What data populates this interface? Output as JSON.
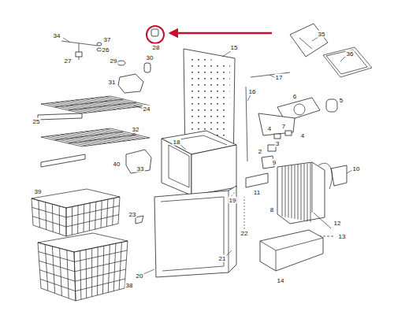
{
  "diagram": {
    "labels": [
      "34",
      "37",
      "28",
      "35",
      "26",
      "15",
      "36",
      "29",
      "30",
      "27",
      "17",
      "31",
      "16",
      "5",
      "6",
      "24",
      "25",
      "7",
      "32",
      "4",
      "4",
      "3",
      "2",
      "18",
      "40",
      "9",
      "33",
      "10",
      "11",
      "39",
      "19",
      "8",
      "23",
      "12",
      "22",
      "13",
      "21",
      "20",
      "14",
      "38"
    ]
  }
}
